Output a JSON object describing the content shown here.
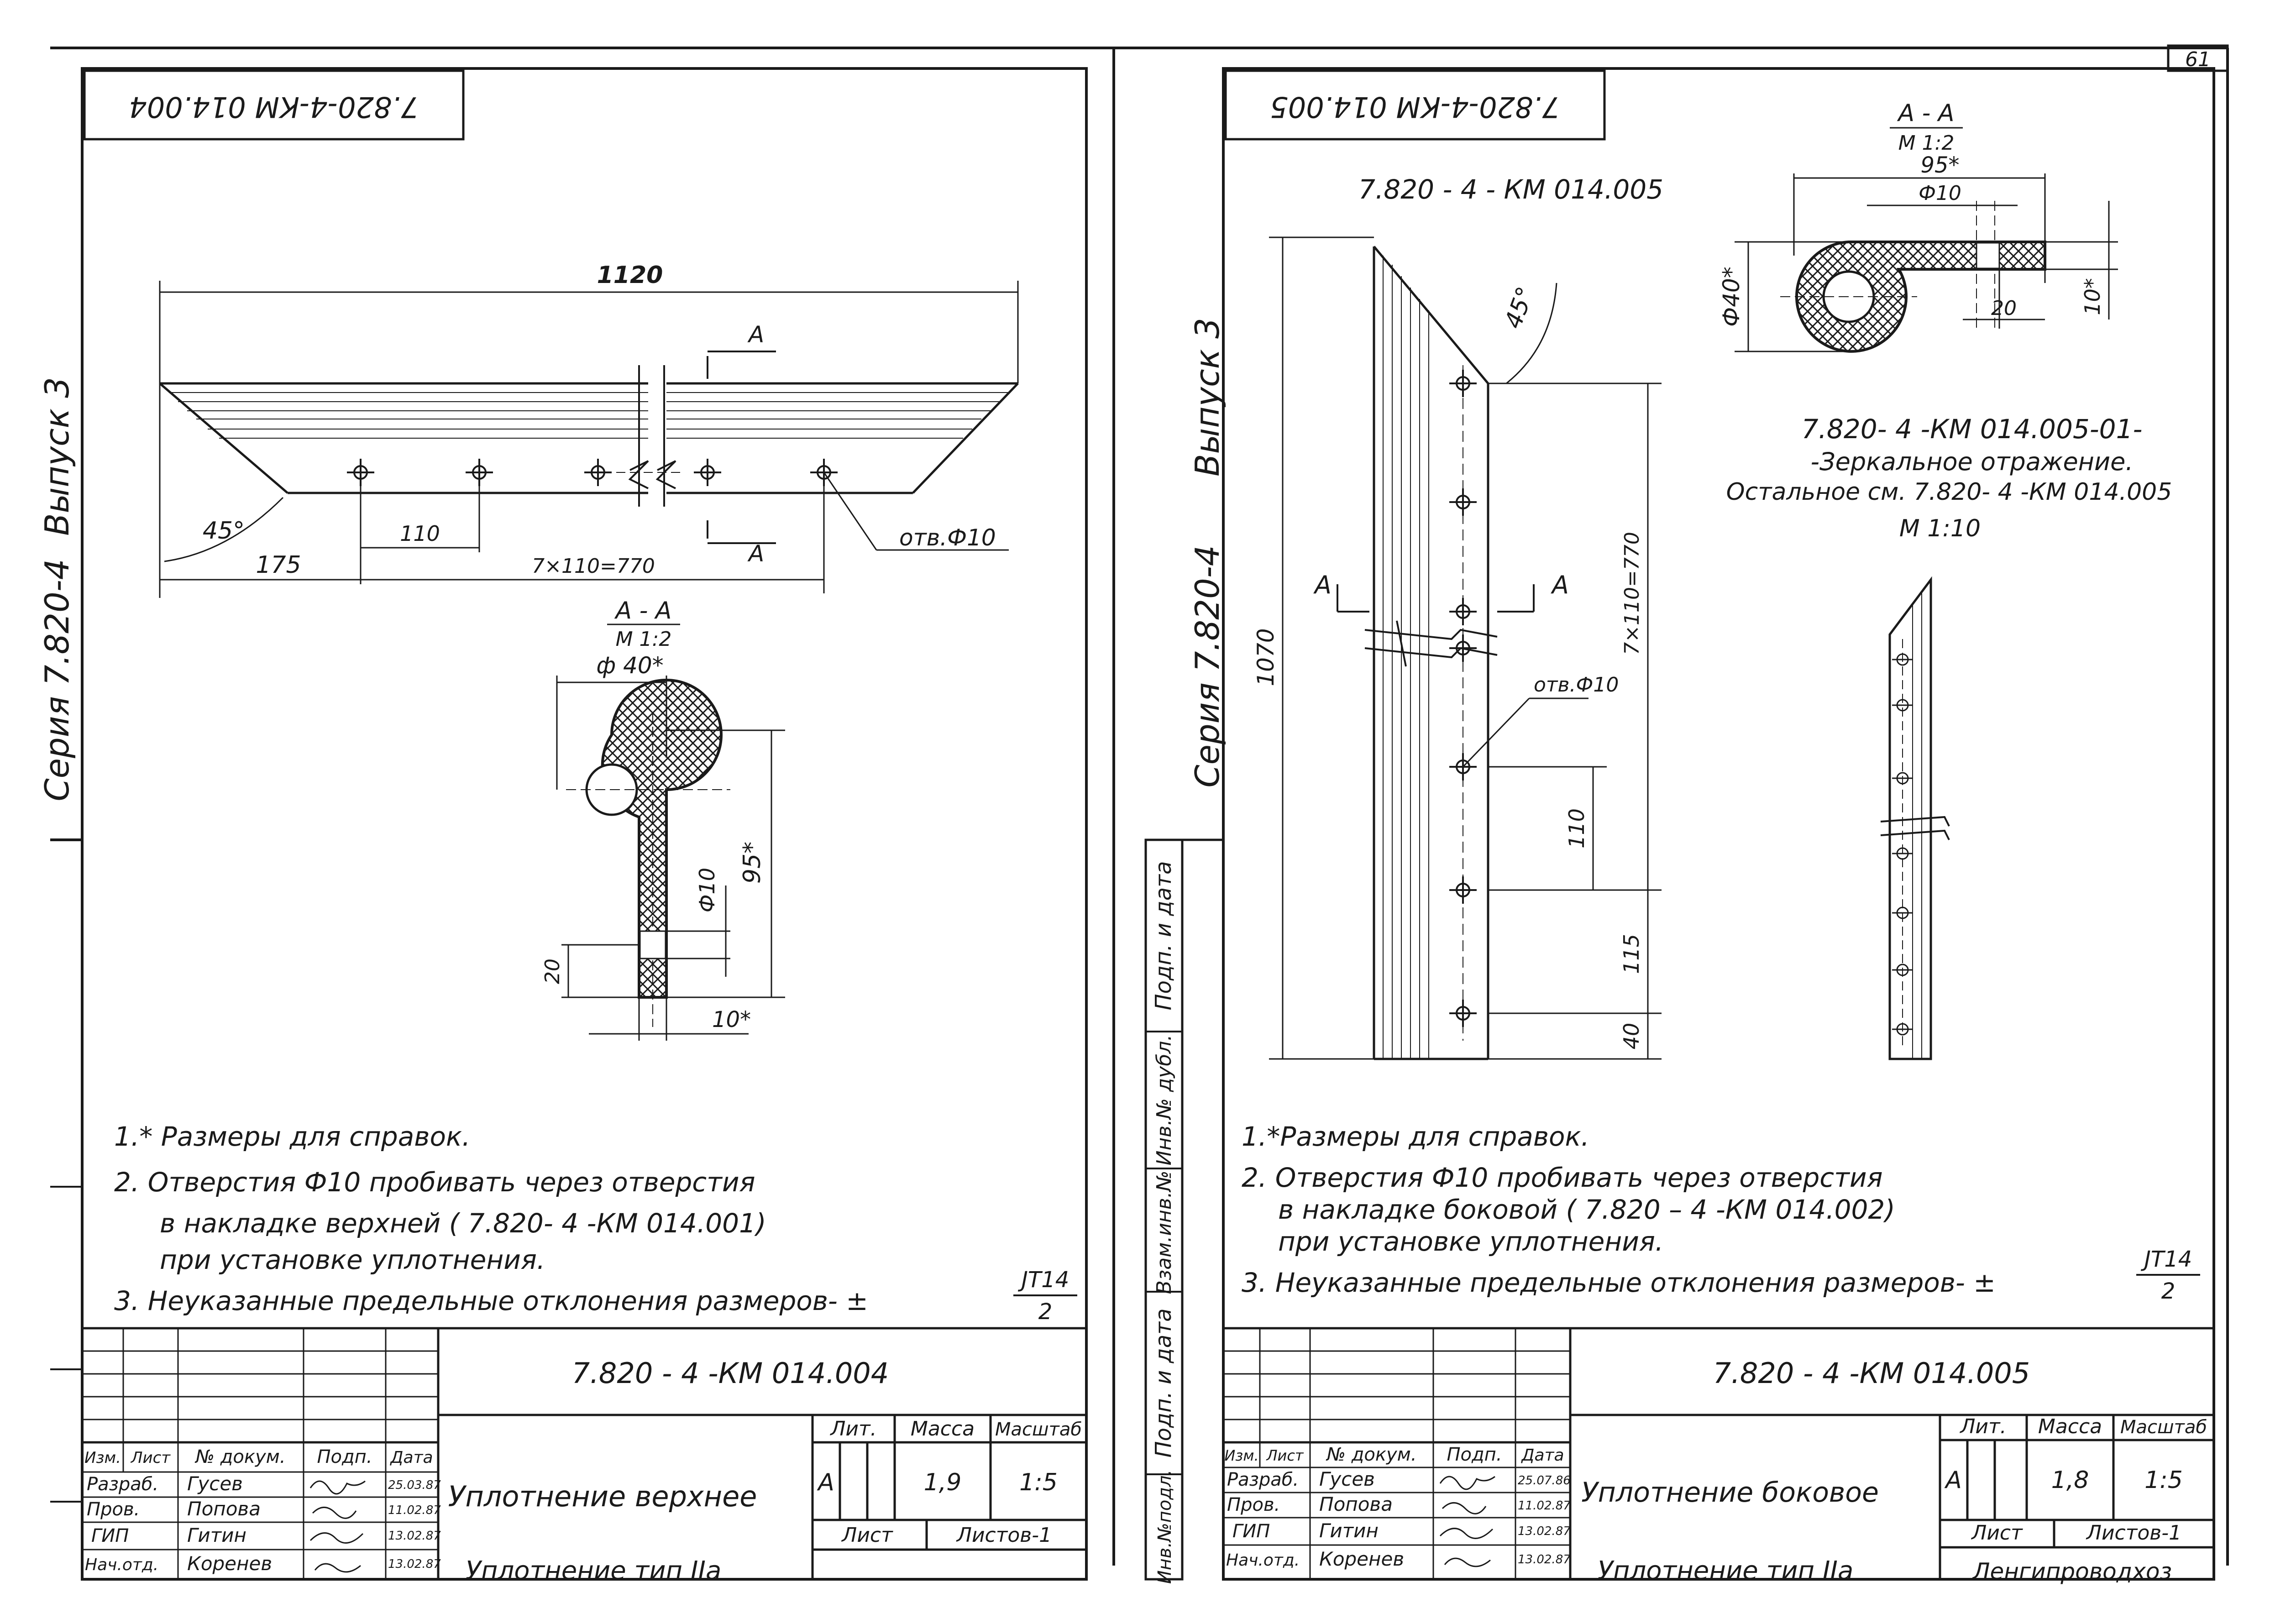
{
  "page_number": "61",
  "left_sheet": {
    "stamp_code": "7.820-4-КМ 014.004",
    "side_label_issue": "Выпуск 3",
    "side_label_series": "Серия 7.820-4",
    "dims": {
      "total_length": "1120",
      "offset": "175",
      "pitch": "110",
      "hole_spacing": "7×110=770",
      "hole_note": "отв.Ф10",
      "angle": "45°",
      "section_mark": "А"
    },
    "section": {
      "title": "А - А",
      "scale": "М 1:2",
      "diameter": "ф 40*",
      "height": "95*",
      "hole": "Ф10",
      "width20": "20",
      "thickness": "10*"
    },
    "notes": [
      "1.* Размеры для справок.",
      "2. Отверстия Ф10 пробивать через отверстия",
      "в накладке верхней ( 7.820- 4 -КМ 014.001)",
      "при установке уплотнения.",
      "3. Неуказанные предельные отклонения размеров- ±"
    ],
    "tolerance": {
      "num": "JT14",
      "den": "2"
    },
    "title_block": {
      "doc_code": "7.820 - 4 -КМ 014.004",
      "name": "Уплотнение верхнее",
      "subname": "Уплотнение тип IIа",
      "lit_label": "Лит.",
      "mass_label": "Масса",
      "scale_label": "Масштаб",
      "lit_value": "А",
      "mass_value": "1,9",
      "scale_value": "1:5",
      "sheet_label": "Лист",
      "sheets_label": "Листов-1",
      "headers": [
        "Изм.",
        "Лист",
        "№ докум.",
        "Подп.",
        "Дата"
      ],
      "rows": [
        {
          "role": "Разраб.",
          "name": "Гусев",
          "date": "25.03.87"
        },
        {
          "role": "Пров.",
          "name": "Попова",
          "date": "11.02.87"
        },
        {
          "role": "ГИП",
          "name": "Гитин",
          "date": "13.02.87"
        },
        {
          "role": "Нач.отд.",
          "name": "Коренев",
          "date": "13.02.87"
        }
      ]
    }
  },
  "right_sheet": {
    "stamp_code": "7.820-4-КМ 014.005",
    "part_label": "7.820 - 4 - КМ 014.005",
    "side_label_issue": "Выпуск 3",
    "side_label_series": "Серия 7.820-4",
    "vertical_stamp": [
      "Взам.инв.№",
      "Инв.№ дубл.",
      "Подп. и дата",
      "Подп. и дата",
      "Инв.№подл."
    ],
    "dims": {
      "total_length": "1070",
      "hole_spacing": "7×110=770",
      "pitch": "110",
      "end1": "115",
      "end2": "40",
      "angle": "45°",
      "hole_note": "отв.Ф10",
      "section_mark": "А"
    },
    "section": {
      "title": "А - А",
      "scale": "М 1:2",
      "width": "95*",
      "hole": "Ф10",
      "diameter": "Ф40*",
      "width20": "20",
      "thickness": "10*"
    },
    "mirror": {
      "code": "7.820- 4 -КМ 014.005-01-",
      "line1": "-Зеркальное отражение.",
      "line2": "Остальное см. 7.820- 4 -КМ 014.005",
      "scale": "М 1:10"
    },
    "notes": [
      "1.*Размеры для справок.",
      "2. Отверстия Ф10 пробивать через отверстия",
      "в накладке боковой ( 7.820 – 4 -КМ 014.002)",
      "при установке уплотнения.",
      "3. Неуказанные предельные отклонения размеров- ±"
    ],
    "tolerance": {
      "num": "JT14",
      "den": "2"
    },
    "title_block": {
      "doc_code": "7.820 - 4 -КМ 014.005",
      "name": "Уплотнение боковое",
      "subname": "Уплотнение тип IIа",
      "org": "Ленгипроводхоз",
      "lit_label": "Лит.",
      "mass_label": "Масса",
      "scale_label": "Масштаб",
      "lit_value": "А",
      "mass_value": "1,8",
      "scale_value": "1:5",
      "sheet_label": "Лист",
      "sheets_label": "Листов-1",
      "headers": [
        "Изм.",
        "Лист",
        "№ докум.",
        "Подп.",
        "Дата"
      ],
      "rows": [
        {
          "role": "Разраб.",
          "name": "Гусев",
          "date": "25.07.86"
        },
        {
          "role": "Пров.",
          "name": "Попова",
          "date": "11.02.87"
        },
        {
          "role": "ГИП",
          "name": "Гитин",
          "date": "13.02.87"
        },
        {
          "role": "Нач.отд.",
          "name": "Коренев",
          "date": "13.02.87"
        }
      ]
    }
  }
}
